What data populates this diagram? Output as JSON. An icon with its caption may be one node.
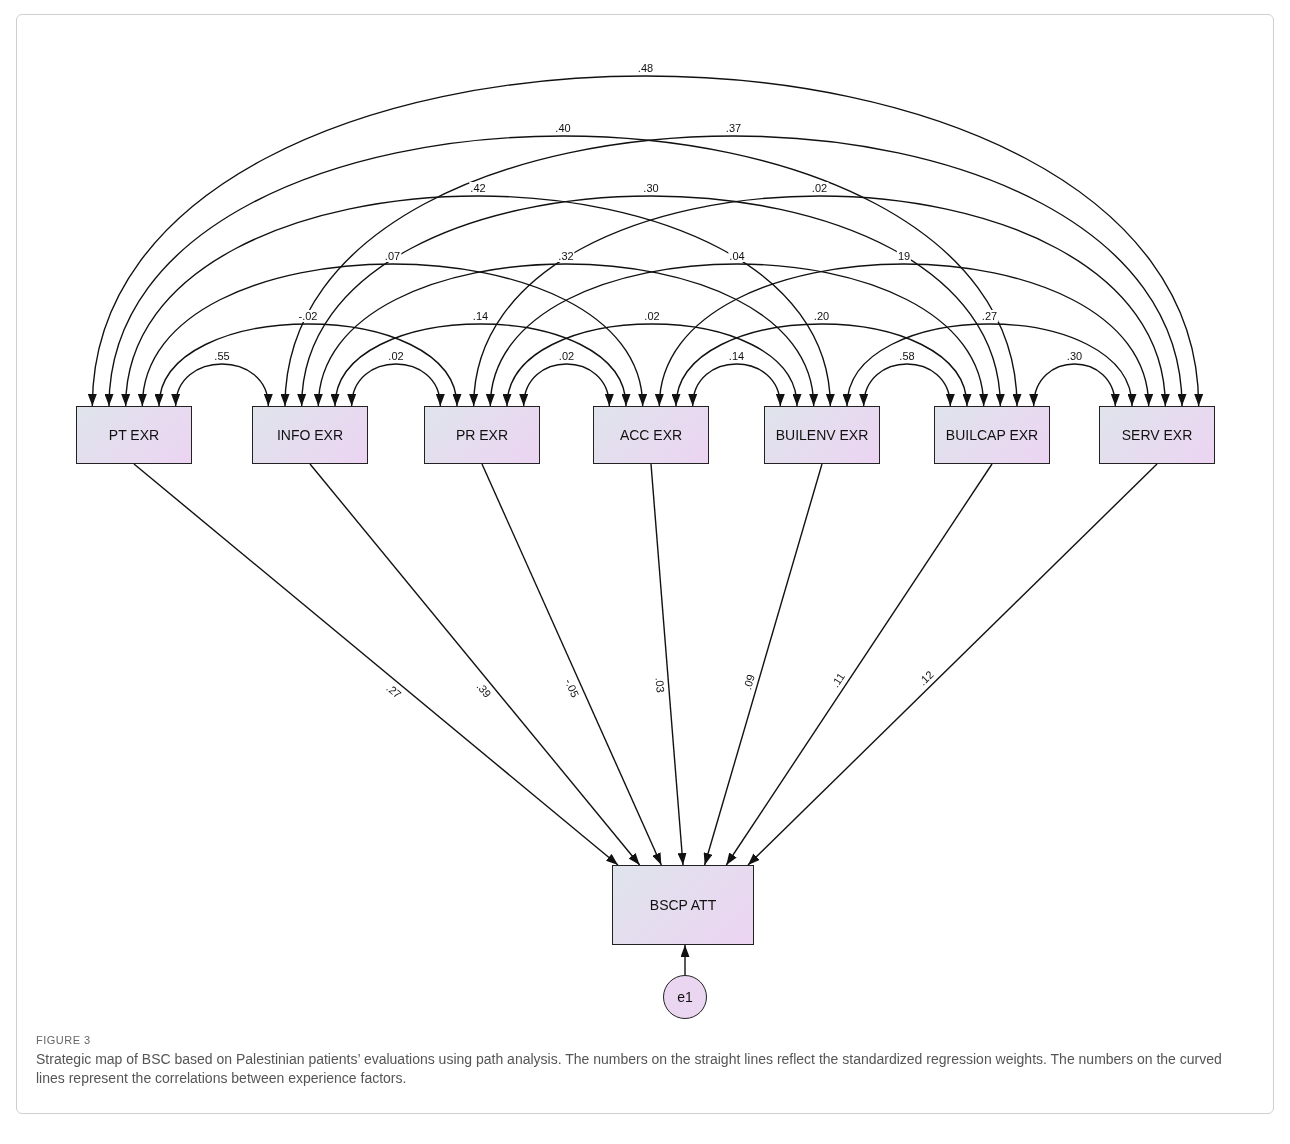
{
  "diagram": {
    "title": "FIGURE 3",
    "caption": "Strategic map of BSC based on Palestinian patients’ evaluations using path analysis. The numbers on the straight lines reflect the standardized regression weights. The numbers on the curved lines represent the correlations between experience factors.",
    "nodes": [
      {
        "text": [
          "PT EXR"
        ]
      },
      {
        "text": [
          "INFO EXR"
        ]
      },
      {
        "text": [
          "PR EXR"
        ]
      },
      {
        "text": [
          "ACC EXR"
        ]
      },
      {
        "text": [
          "BUILENV EXR"
        ]
      },
      {
        "text": [
          "BUILCAP EXR"
        ]
      },
      {
        "text": [
          "SERV EXR"
        ]
      },
      {
        "text": [
          "BSCP ATT"
        ]
      },
      {
        "text": [
          "e1"
        ]
      }
    ],
    "edges": [
      {
        "from": 0,
        "to": 6,
        "arrow": "both",
        "label": ".48"
      },
      {
        "from": 0,
        "to": 5,
        "arrow": "both",
        "label": ".40"
      },
      {
        "from": 1,
        "to": 6,
        "arrow": "both",
        "label": ".37"
      },
      {
        "from": 0,
        "to": 4,
        "arrow": "both",
        "label": ".42"
      },
      {
        "from": 1,
        "to": 5,
        "arrow": "both",
        "label": ".30"
      },
      {
        "from": 2,
        "to": 6,
        "arrow": "both",
        "label": ".02"
      },
      {
        "from": 0,
        "to": 3,
        "arrow": "both",
        "label": ".07"
      },
      {
        "from": 1,
        "to": 4,
        "arrow": "both",
        "label": ".32"
      },
      {
        "from": 2,
        "to": 5,
        "arrow": "both",
        "label": ".04"
      },
      {
        "from": 3,
        "to": 6,
        "arrow": "both",
        "label": "19"
      },
      {
        "from": 0,
        "to": 2,
        "arrow": "both",
        "label": "-.02"
      },
      {
        "from": 1,
        "to": 3,
        "arrow": "both",
        "label": ".14"
      },
      {
        "from": 2,
        "to": 4,
        "arrow": "both",
        "label": ".02"
      },
      {
        "from": 3,
        "to": 5,
        "arrow": "both",
        "label": ".20"
      },
      {
        "from": 4,
        "to": 6,
        "arrow": "both",
        "label": ".27"
      },
      {
        "from": 0,
        "to": 1,
        "arrow": "both",
        "label": ".55"
      },
      {
        "from": 1,
        "to": 2,
        "arrow": "both",
        "label": ".02"
      },
      {
        "from": 2,
        "to": 3,
        "arrow": "both",
        "label": ".02"
      },
      {
        "from": 3,
        "to": 4,
        "arrow": "both",
        "label": ".14"
      },
      {
        "from": 4,
        "to": 5,
        "arrow": "both",
        "label": ".58"
      },
      {
        "from": 5,
        "to": 6,
        "arrow": "both",
        "label": ".30"
      },
      {
        "from": 0,
        "to": 7,
        "arrow": "to",
        "label": ".27"
      },
      {
        "from": 1,
        "to": 7,
        "arrow": "to",
        "label": ".39"
      },
      {
        "from": 2,
        "to": 7,
        "arrow": "to",
        "label": "-.05"
      },
      {
        "from": 3,
        "to": 7,
        "arrow": "to",
        "label": ".03"
      },
      {
        "from": 4,
        "to": 7,
        "arrow": "to",
        "label": ".09"
      },
      {
        "from": 5,
        "to": 7,
        "arrow": "to",
        "label": ".11"
      },
      {
        "from": 6,
        "to": 7,
        "arrow": "to",
        "label": ".12"
      },
      {
        "from": 8,
        "to": 7,
        "arrow": "to"
      }
    ]
  }
}
